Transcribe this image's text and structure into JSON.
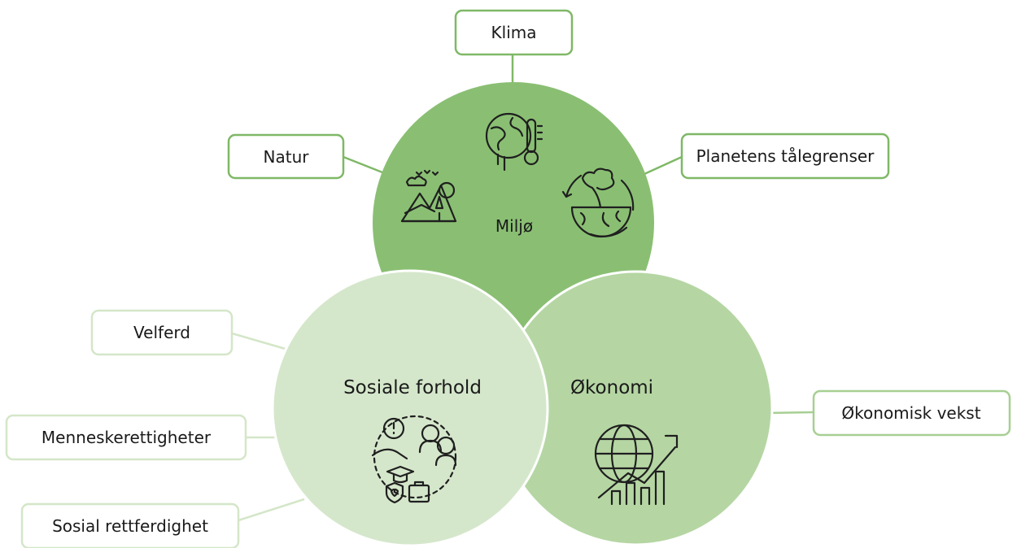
{
  "circles": {
    "environment": {
      "label": "Miljø",
      "color": "#8abf73",
      "icons": [
        "globe-thermometer-icon",
        "mountains-nature-icon",
        "earth-tree-cycle-icon"
      ]
    },
    "social": {
      "label": "Sosiale forhold",
      "color": "#d5e7cb",
      "icons": [
        "social-welfare-icon"
      ]
    },
    "economy": {
      "label": "Økonomi",
      "color": "#b5d6a3",
      "icons": [
        "globe-growth-chart-icon"
      ]
    }
  },
  "boxes": {
    "climate": "Klima",
    "nature": "Natur",
    "planetary_boundaries": "Planetens tålegrenser",
    "welfare": "Velferd",
    "human_rights": "Menneskerettigheter",
    "social_justice": "Sosial rettferdighet",
    "economic_growth": "Økonomisk vekst"
  },
  "colors": {
    "environment_box_border": "#7fb866",
    "social_box_border": "#d4e6c8",
    "economy_box_border": "#a7cf93"
  }
}
